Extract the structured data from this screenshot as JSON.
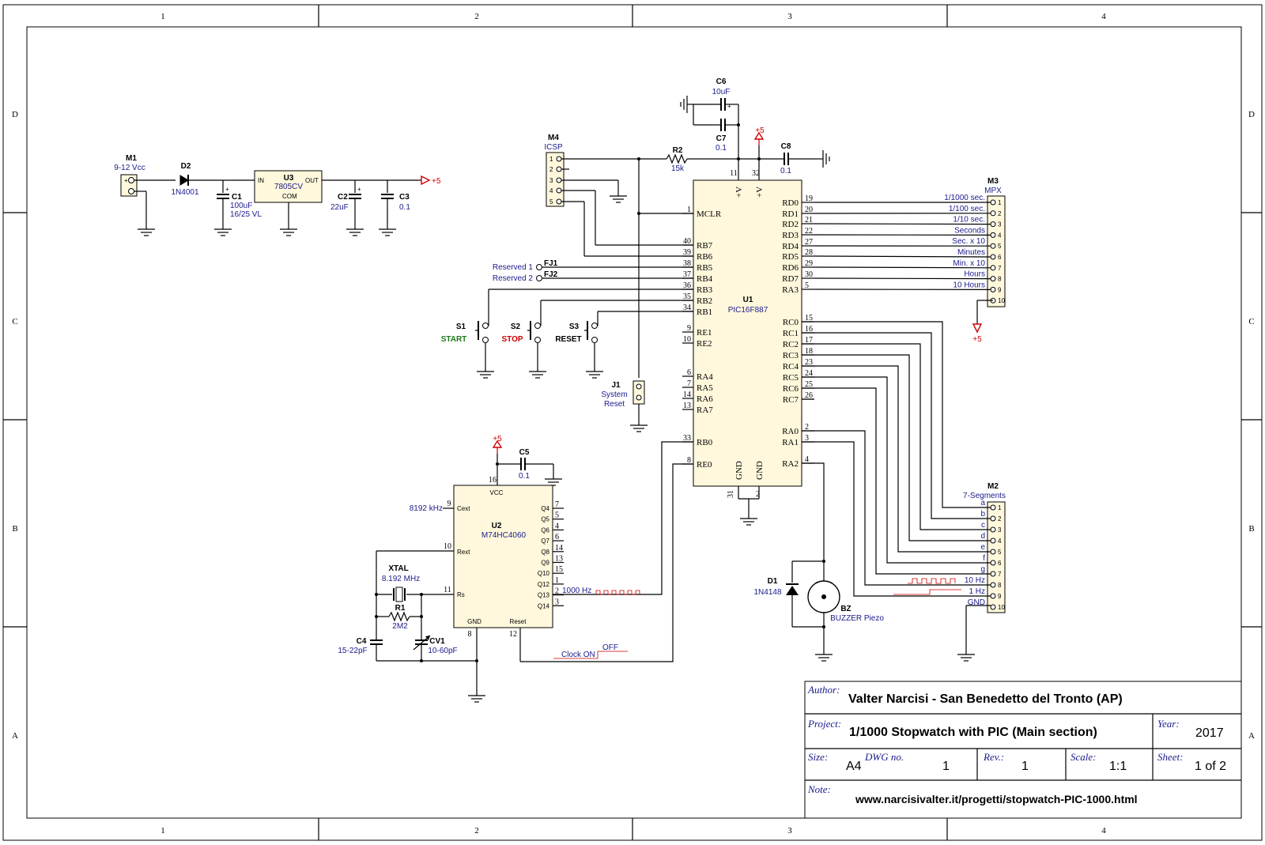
{
  "frame": {
    "columns": [
      "1",
      "2",
      "3",
      "4"
    ],
    "rows": [
      "D",
      "C",
      "B",
      "A"
    ]
  },
  "power": {
    "m1": {
      "ref": "M1",
      "value": "9-12 Vcc"
    },
    "d2": {
      "ref": "D2",
      "value": "1N4001"
    },
    "c1": {
      "ref": "C1",
      "value": "100uF",
      "value2": "16/25 VL"
    },
    "u3": {
      "ref": "U3",
      "value": "7805CV",
      "pin_in": "IN",
      "pin_out": "OUT",
      "pin_com": "COM"
    },
    "c2": {
      "ref": "C2",
      "value": "22uF"
    },
    "c3": {
      "ref": "C3",
      "value": "0.1"
    },
    "rail": "+5"
  },
  "mcu": {
    "ref": "U1",
    "value": "PIC16F887",
    "left_pins": [
      {
        "num": "1",
        "name": "MCLR"
      },
      {
        "num": "40",
        "name": "RB7"
      },
      {
        "num": "39",
        "name": "RB6"
      },
      {
        "num": "38",
        "name": "RB5"
      },
      {
        "num": "37",
        "name": "RB4"
      },
      {
        "num": "36",
        "name": "RB3"
      },
      {
        "num": "35",
        "name": "RB2"
      },
      {
        "num": "34",
        "name": "RB1"
      },
      {
        "num": "9",
        "name": "RE1"
      },
      {
        "num": "10",
        "name": "RE2"
      },
      {
        "num": "6",
        "name": "RA4"
      },
      {
        "num": "7",
        "name": "RA5"
      },
      {
        "num": "14",
        "name": "RA6"
      },
      {
        "num": "13",
        "name": "RA7"
      },
      {
        "num": "33",
        "name": "RB0"
      },
      {
        "num": "8",
        "name": "RE0"
      }
    ],
    "right_pins": [
      {
        "num": "19",
        "name": "RD0"
      },
      {
        "num": "20",
        "name": "RD1"
      },
      {
        "num": "21",
        "name": "RD2"
      },
      {
        "num": "22",
        "name": "RD3"
      },
      {
        "num": "27",
        "name": "RD4"
      },
      {
        "num": "28",
        "name": "RD5"
      },
      {
        "num": "29",
        "name": "RD6"
      },
      {
        "num": "30",
        "name": "RD7"
      },
      {
        "num": "5",
        "name": "RA3"
      },
      {
        "num": "15",
        "name": "RC0"
      },
      {
        "num": "16",
        "name": "RC1"
      },
      {
        "num": "17",
        "name": "RC2"
      },
      {
        "num": "18",
        "name": "RC3"
      },
      {
        "num": "23",
        "name": "RC4"
      },
      {
        "num": "24",
        "name": "RC5"
      },
      {
        "num": "25",
        "name": "RC6"
      },
      {
        "num": "26",
        "name": "RC7"
      },
      {
        "num": "2",
        "name": "RA0"
      },
      {
        "num": "3",
        "name": "RA1"
      },
      {
        "num": "4",
        "name": "RA2"
      }
    ],
    "top_pins": [
      {
        "num": "11",
        "name": "+V"
      },
      {
        "num": "32",
        "name": "+V"
      }
    ],
    "bottom_pins": [
      {
        "num": "31",
        "name": "GND"
      },
      {
        "num": "2",
        "name": "GND"
      }
    ]
  },
  "decoupling": {
    "c6": {
      "ref": "C6",
      "value": "10uF"
    },
    "c7": {
      "ref": "C7",
      "value": "0.1"
    },
    "c8": {
      "ref": "C8",
      "value": "0.1"
    },
    "r2": {
      "ref": "R2",
      "value": "15k"
    },
    "rail": "+5"
  },
  "icsp": {
    "ref": "M4",
    "value": "ICSP",
    "pins": [
      "1",
      "2",
      "3",
      "4",
      "5"
    ]
  },
  "inputs": {
    "fj1": {
      "ref": "FJ1",
      "label": "Reserved 1"
    },
    "fj2": {
      "ref": "FJ2",
      "label": "Reserved 2"
    },
    "s1": {
      "ref": "S1",
      "label": "START"
    },
    "s2": {
      "ref": "S2",
      "label": "STOP"
    },
    "s3": {
      "ref": "S3",
      "label": "RESET"
    },
    "j1": {
      "ref": "J1",
      "label1": "System",
      "label2": "Reset"
    }
  },
  "m3": {
    "ref": "M3",
    "value": "MPX",
    "nets": [
      "1/1000 sec.",
      "1/100 sec.",
      "1/10 sec.",
      "Seconds",
      "Sec. x 10",
      "Minutes",
      "Min. x 10",
      "Hours",
      "10 Hours",
      ""
    ],
    "pins": [
      "1",
      "2",
      "3",
      "4",
      "5",
      "6",
      "7",
      "8",
      "9",
      "10"
    ],
    "rail": "+5"
  },
  "m2": {
    "ref": "M2",
    "value": "7-Segments",
    "nets": [
      "a",
      "b",
      "c",
      "d",
      "e",
      "f",
      "g",
      "10 Hz",
      "1 Hz",
      "GND"
    ],
    "pins": [
      "1",
      "2",
      "3",
      "4",
      "5",
      "6",
      "7",
      "8",
      "9",
      "10"
    ]
  },
  "u2": {
    "ref": "U2",
    "value": "M74HC4060",
    "vcc": "VCC",
    "gnd": "GND",
    "reset": "Reset",
    "cext": "Cext",
    "rext": "Rext",
    "rs": "Rs",
    "outputs": [
      {
        "num": "7",
        "name": "Q4"
      },
      {
        "num": "5",
        "name": "Q5"
      },
      {
        "num": "4",
        "name": "Q6"
      },
      {
        "num": "6",
        "name": "Q7"
      },
      {
        "num": "14",
        "name": "Q8"
      },
      {
        "num": "13",
        "name": "Q9"
      },
      {
        "num": "15",
        "name": "Q10"
      },
      {
        "num": "1",
        "name": "Q12"
      },
      {
        "num": "2",
        "name": "Q13"
      },
      {
        "num": "3",
        "name": "Q14"
      }
    ],
    "pin_vcc": "16",
    "pin_cext": "9",
    "pin_rext": "10",
    "pin_rs": "11",
    "pin_gnd": "8",
    "pin_reset": "12",
    "cext_freq": "8192 kHz",
    "rail": "+5"
  },
  "osc": {
    "c5": {
      "ref": "C5",
      "value": "0.1"
    },
    "xtal": {
      "ref": "XTAL",
      "value": "8.192 MHz"
    },
    "r1": {
      "ref": "R1",
      "value": "2M2"
    },
    "c4": {
      "ref": "C4",
      "value": "15-22pF"
    },
    "cv1": {
      "ref": "CV1",
      "value": "10-60pF"
    },
    "clk_label": "1000 Hz",
    "clock_on": "Clock  ON",
    "clock_off": "OFF"
  },
  "buzzer": {
    "d1": {
      "ref": "D1",
      "value": "1N4148"
    },
    "bz": {
      "ref": "BZ",
      "value": "BUZZER Piezo"
    }
  },
  "title_block": {
    "author_label": "Author:",
    "author": "Valter Narcisi - San Benedetto del Tronto (AP)",
    "project_label": "Project:",
    "project": "1/1000 Stopwatch with PIC (Main section)",
    "year_label": "Year:",
    "year": "2017",
    "size_label": "Size:",
    "size": "A4",
    "dwg_label": "DWG no.",
    "dwg": "1",
    "rev_label": "Rev.:",
    "rev": "1",
    "scale_label": "Scale:",
    "scale": "1:1",
    "sheet_label": "Sheet:",
    "sheet": "1 of 2",
    "note_label": "Note:",
    "note": "www.narcisivalter.it/progetti/stopwatch-PIC-1000.html"
  }
}
